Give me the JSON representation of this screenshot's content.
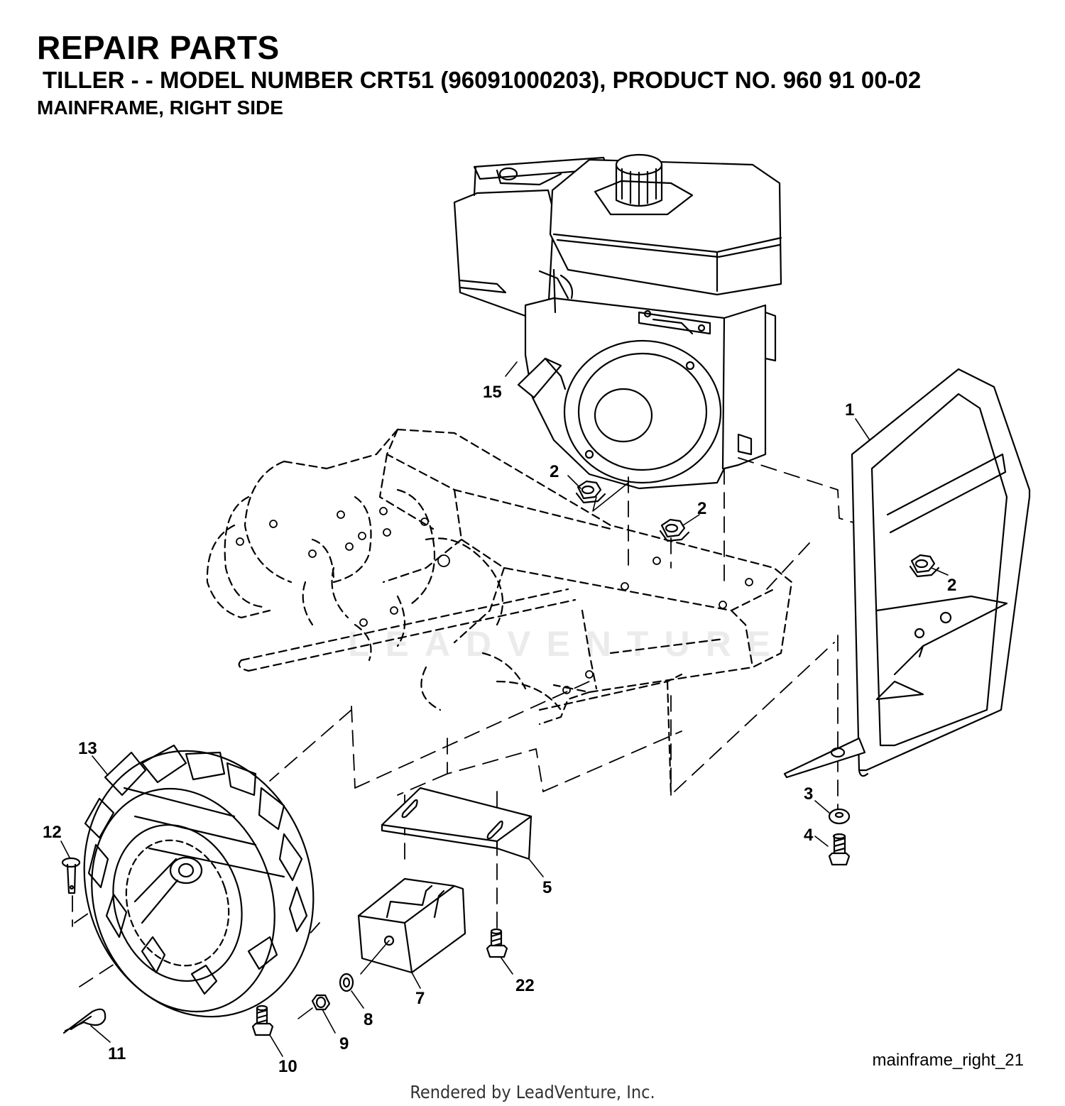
{
  "header": {
    "title": "REPAIR PARTS",
    "subtitle": "TILLER - - MODEL NUMBER CRT51 (96091000203), PRODUCT NO. 960 91 00-02",
    "section": "MAINFRAME, RIGHT SIDE"
  },
  "callouts": {
    "c1": "1",
    "c2a": "2",
    "c2b": "2",
    "c2c": "2",
    "c3": "3",
    "c4": "4",
    "c5": "5",
    "c7": "7",
    "c8": "8",
    "c9": "9",
    "c10": "10",
    "c11": "11",
    "c12": "12",
    "c13": "13",
    "c15": "15",
    "c22": "22"
  },
  "figure_id": "mainframe_right_21",
  "watermark": "LEADVENTURE",
  "footer": "Rendered by LeadVenture, Inc."
}
